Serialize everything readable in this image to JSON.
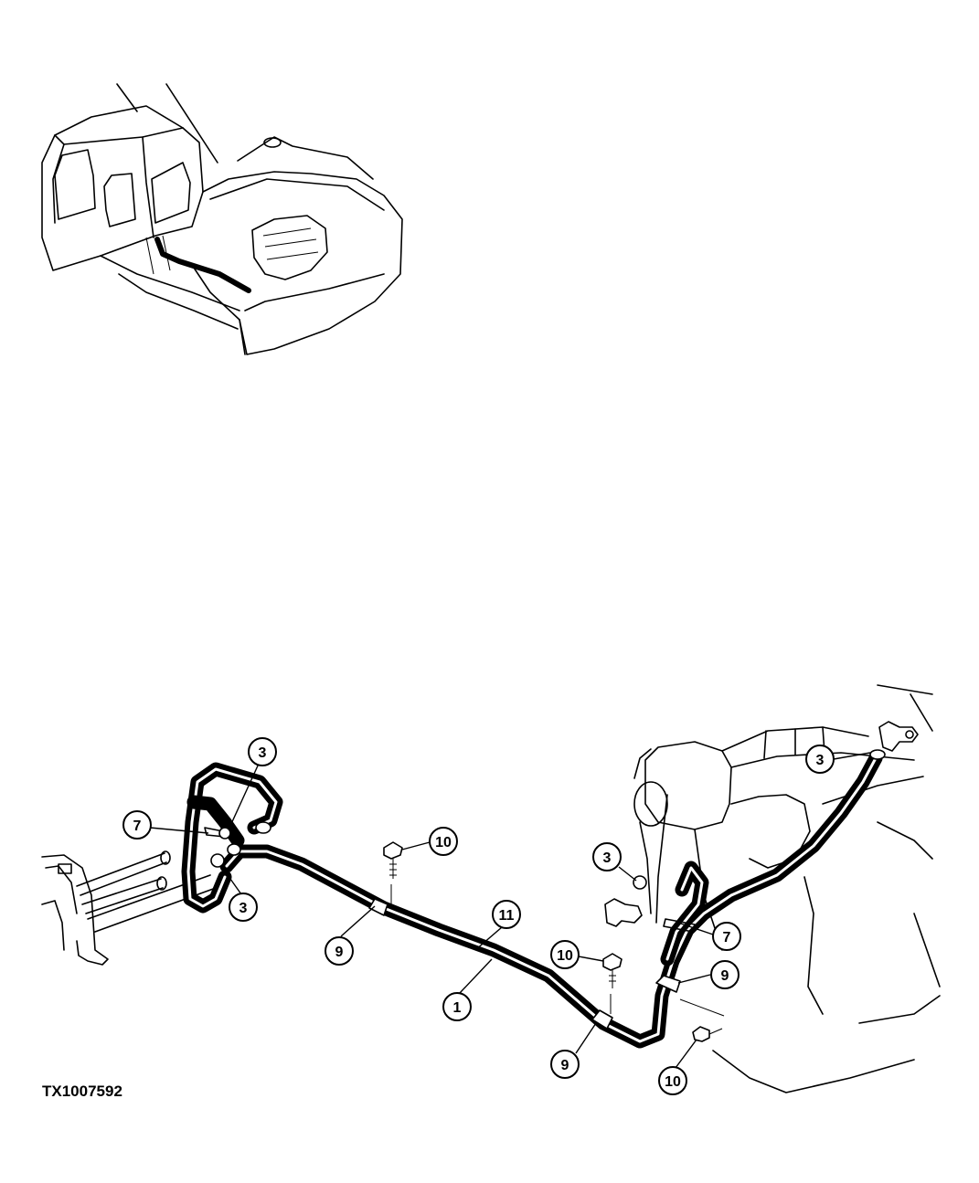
{
  "figure_id": "TX1007592",
  "callouts": [
    {
      "label": "3"
    },
    {
      "label": "7"
    },
    {
      "label": "3"
    },
    {
      "label": "10"
    },
    {
      "label": "11"
    },
    {
      "label": "9"
    },
    {
      "label": "1"
    },
    {
      "label": "10"
    },
    {
      "label": "9"
    },
    {
      "label": "10"
    },
    {
      "label": "3"
    },
    {
      "label": "3"
    },
    {
      "label": "7"
    },
    {
      "label": "9"
    }
  ]
}
